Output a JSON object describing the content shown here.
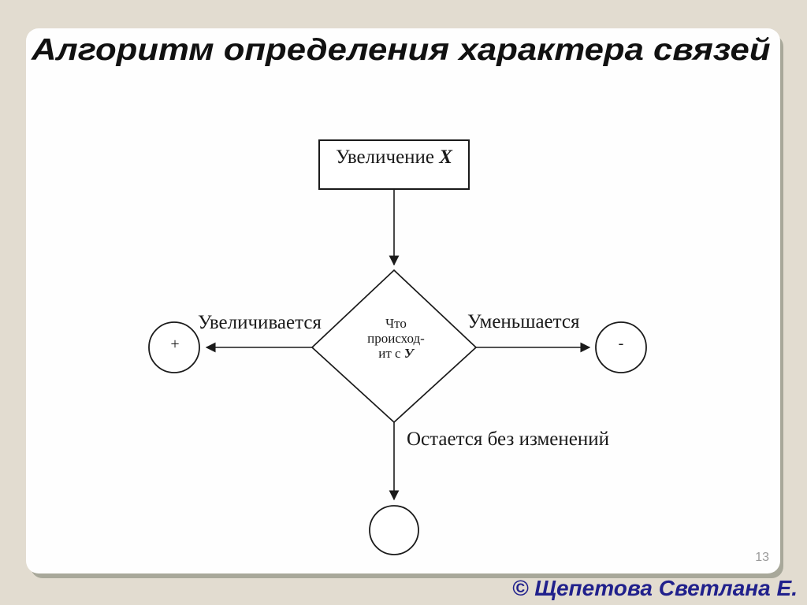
{
  "slide": {
    "title": "Алгоритм определения характера связей",
    "page_number": "13",
    "copyright": "© Щепетова Светлана Е."
  },
  "diagram": {
    "start_box": {
      "text": "Увеличение",
      "variable": "Х"
    },
    "decision": {
      "line1": "Что",
      "line2": "происход-",
      "line3": "ит с",
      "variable": "У"
    },
    "increase": {
      "label": "Увеличивается",
      "symbol": "+"
    },
    "decrease": {
      "label": "Уменьшается",
      "symbol": "-"
    },
    "unchanged": {
      "label": "Остается без изменений"
    }
  },
  "colors": {
    "background": "#e2dcd0",
    "panel": "#fefefe",
    "panel_shadow": "#a8a89a",
    "line": "#1a1a1a",
    "title": "#111111",
    "copyright": "#21218c",
    "page_number": "#9a9a9a"
  }
}
